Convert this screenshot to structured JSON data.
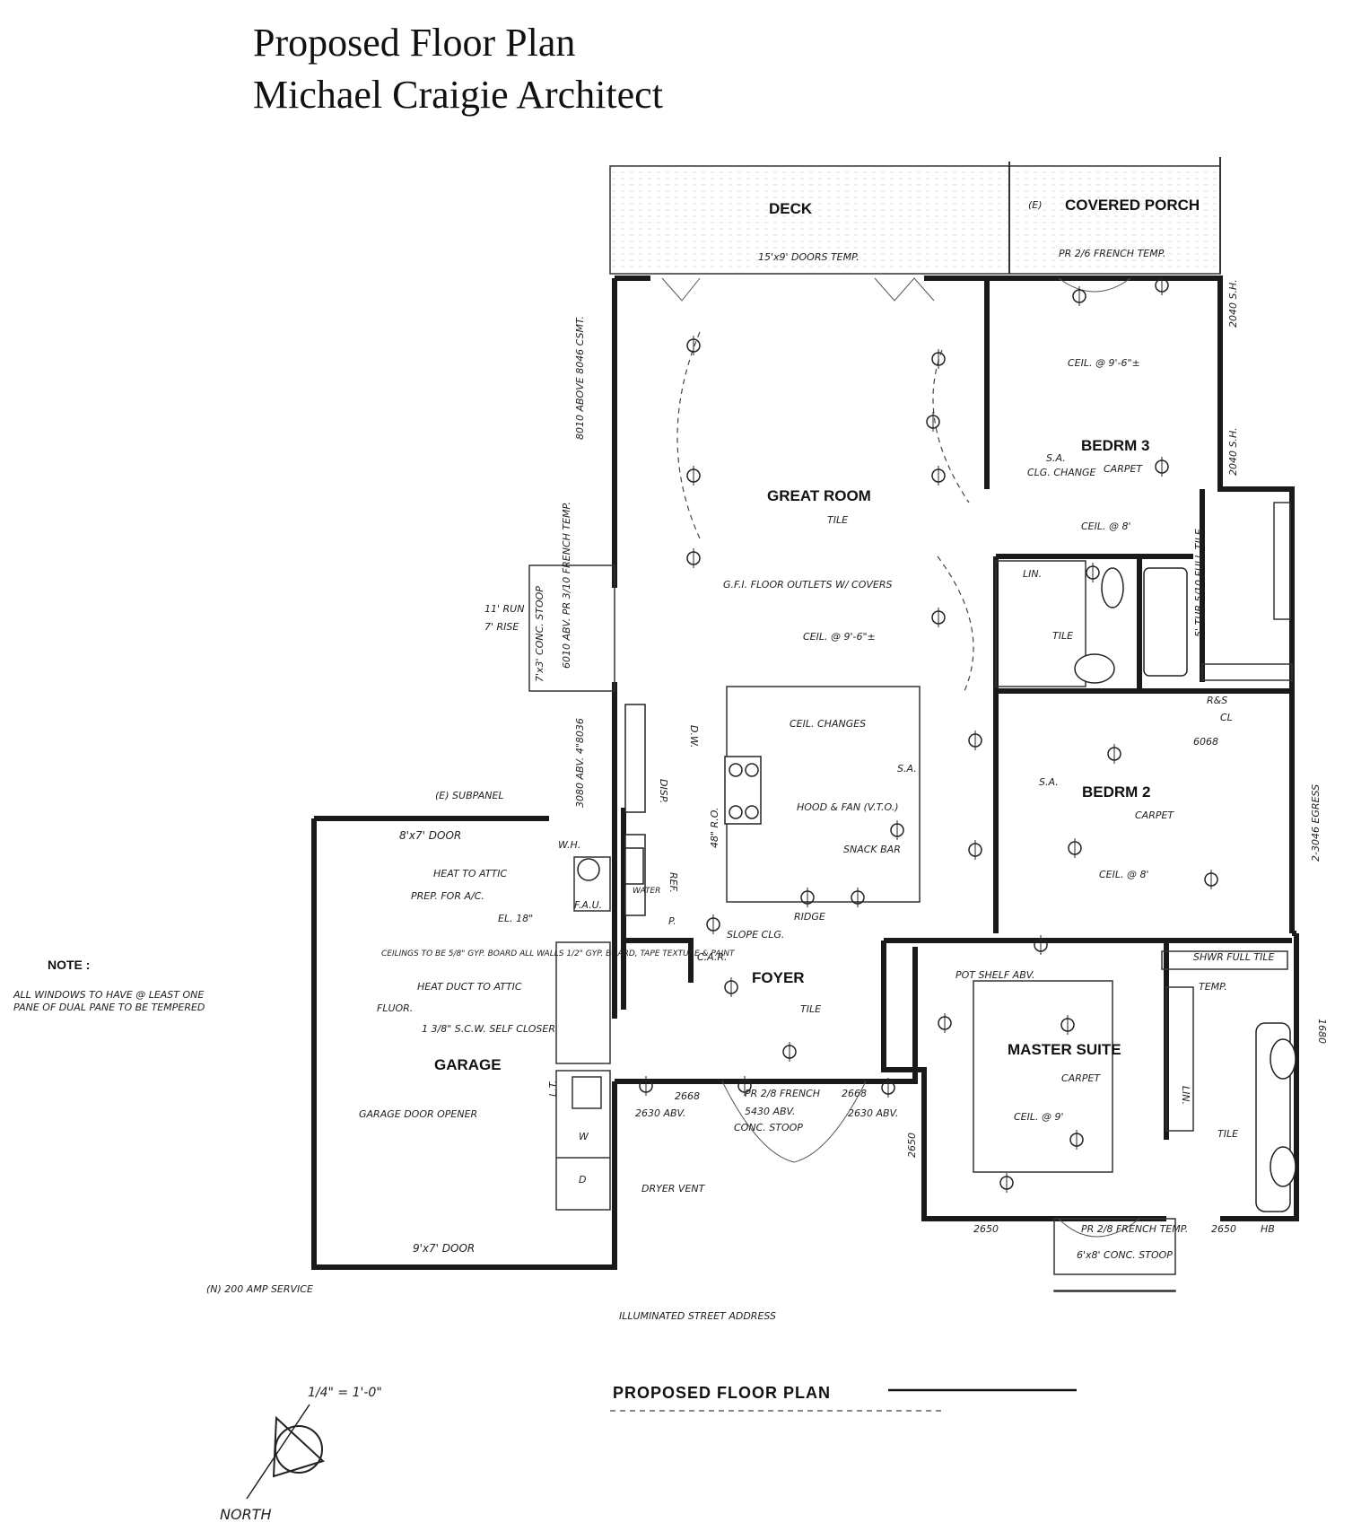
{
  "header": {
    "title": "Proposed Floor Plan",
    "architect": "Michael Craigie Architect"
  },
  "rooms": {
    "deck": "DECK",
    "covered_porch": "COVERED PORCH",
    "covered_porch_prefix": "(E)",
    "great_room": "GREAT ROOM",
    "bedrm3": "BEDRM 3",
    "bedrm2": "BEDRM 2",
    "foyer": "FOYER",
    "garage": "GARAGE",
    "master_suite": "MASTER SUITE"
  },
  "annotations": {
    "doors_15x9": "15'x9' DOORS TEMP.",
    "pr26_french": "PR 2/6 FRENCH TEMP.",
    "ceil_96_top": "CEIL. @ 9'-6\"±",
    "carpet_b3": "CARPET",
    "clg_change": "CLG. CHANGE",
    "sa_b3": "S.A.",
    "ceil_8_b3": "CEIL. @ 8'",
    "tile_gr": "TILE",
    "gfi_floor": "G.F.I. FLOOR OUTLETS W/ COVERS",
    "ceil_96_gr": "CEIL. @ 9'-6\"±",
    "lin": "LIN.",
    "tile_bath": "TILE",
    "tub": "5' TUB 5/10 FULL TILE",
    "ceil_changes": "CEIL. CHANGES",
    "hood_fan": "HOOD & FAN (V.T.O.)",
    "snack_bar": "SNACK BAR",
    "ref": "REF.",
    "disp": "DISP.",
    "dw": "D.W.",
    "wh": "W.H.",
    "fau": "F.A.U.",
    "carpet_b2": "CARPET",
    "ceil_8_b2": "CEIL. @ 8'",
    "ww_6068": "6068",
    "cl": "CL",
    "rs": "R&S",
    "slope_clg": "SLOPE CLG.",
    "ridge": "RIDGE",
    "car": "C.A.R.",
    "tile_foyer": "TILE",
    "pot_shelf": "POT SHELF ABV.",
    "carpet_ms": "CARPET",
    "ceil_9_ms": "CEIL. @ 9'",
    "shwr": "SHWR FULL TILE",
    "temp": "TEMP.",
    "tile_ms": "TILE",
    "lin_ms": "LIN.",
    "door_8x7": "8'x7' DOOR",
    "heat_attic": "HEAT TO ATTIC",
    "prep_ac": "PREP. FOR A/C.",
    "el18": "EL. 18\"",
    "ceilings_note": "CEILINGS TO BE 5/8\" GYP. BOARD ALL WALLS 1/2\" GYP. BOARD, TAPE TEXTURE & PAINT",
    "heat_duct": "HEAT DUCT TO ATTIC",
    "fluor": "FLUOR.",
    "self_closer": "1 3/8\" S.C.W. SELF CLOSER",
    "garage_opener": "GARAGE DOOR OPENER",
    "door_9x7": "9'x7' DOOR",
    "dryer_vent": "DRYER VENT",
    "service": "(N) 200 AMP SERVICE",
    "street_address": "ILLUMINATED STREET ADDRESS",
    "subpanel": "(E) SUBPANEL",
    "concrete_stoop_side": "7'x3' CONC. STOOP",
    "run": "11' RUN",
    "rise": "7' RISE",
    "french_side": "6010 ABV. PR 3/10 FRENCH TEMP.",
    "win_8010": "8010 ABOVE 8046 CSMT.",
    "win_3080": "3080 ABV. 4\"8036",
    "win_2040_top": "2040 S.H.",
    "win_2040_b3": "2040 S.H.",
    "egress": "2-3046 EGRESS",
    "win_1680": "1680",
    "win_2650_left": "2650",
    "win_2650_a": "2650",
    "win_2650_b": "2650",
    "pr28_front": "PR 2/8 FRENCH",
    "front_2668_l": "2668",
    "front_2668_r": "2668",
    "front_2630_l": "2630 ABV.",
    "front_2630_r": "2630 ABV.",
    "front_5430": "5430 ABV.",
    "conc_stoop_front": "CONC. STOOP",
    "pr28_rear": "PR 2/8 FRENCH TEMP.",
    "stoop_6x8": "6'x8' CONC. STOOP",
    "hb": "HB",
    "lt": "L.T.",
    "w": "W",
    "d": "D",
    "p": "P.",
    "water": "WATER",
    "sa_gr": "S.A.",
    "sa_b2": "S.A.",
    "bar_48": "48\" R.O."
  },
  "note": {
    "heading": "NOTE :",
    "text_line1": "ALL WINDOWS TO HAVE @ LEAST ONE",
    "text_line2": "PANE OF DUAL PANE TO BE TEMPERED"
  },
  "footer": {
    "plan_label": "PROPOSED FLOOR PLAN",
    "scale": "1/4\" = 1'-0\"",
    "north": "NORTH"
  }
}
